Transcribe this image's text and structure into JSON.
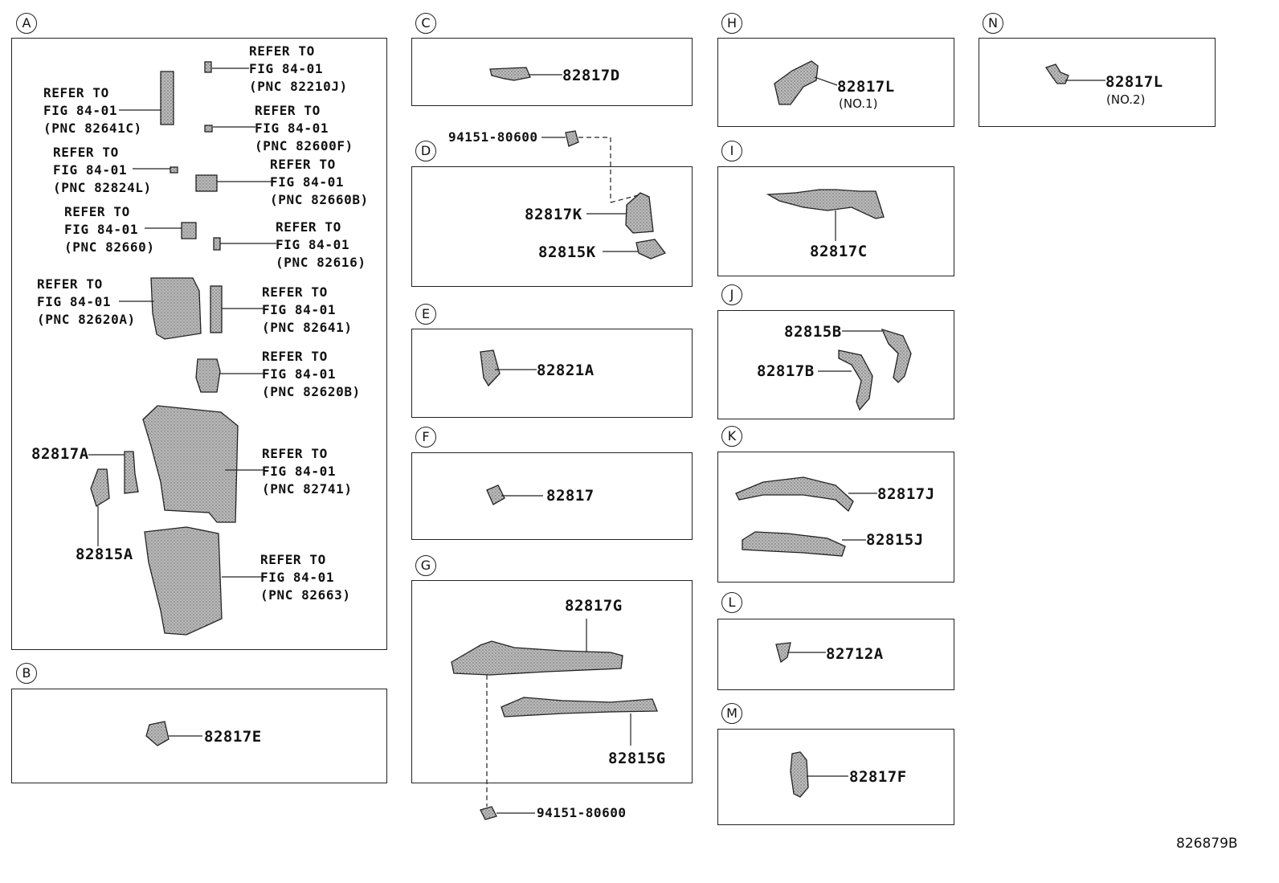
{
  "sections": {
    "A": {
      "tag": "A"
    },
    "B": {
      "tag": "B",
      "part": "82817E"
    },
    "C": {
      "tag": "C",
      "part": "82817D"
    },
    "D": {
      "tag": "D",
      "clip": "94151-80600",
      "part1": "82817K",
      "part2": "82815K"
    },
    "E": {
      "tag": "E",
      "part": "82821A"
    },
    "F": {
      "tag": "F",
      "part": "82817"
    },
    "G": {
      "tag": "G",
      "part1": "82817G",
      "part2": "82815G",
      "clip": "94151-80600"
    },
    "H": {
      "tag": "H",
      "part": "82817L",
      "note": "(NO.1)"
    },
    "I": {
      "tag": "I",
      "part": "82817C"
    },
    "J": {
      "tag": "J",
      "part1": "82815B",
      "part2": "82817B"
    },
    "K": {
      "tag": "K",
      "part1": "82817J",
      "part2": "82815J"
    },
    "L": {
      "tag": "L",
      "part": "82712A"
    },
    "M": {
      "tag": "M",
      "part": "82817F"
    },
    "N": {
      "tag": "N",
      "part": "82817L",
      "note": "(NO.2)"
    }
  },
  "refs": {
    "r1": "REFER TO\nFIG 84-01\n(PNC 82210J)",
    "r2": "REFER TO\nFIG 84-01\n(PNC 82641C)",
    "r3": "REFER TO\nFIG 84-01\n(PNC 82600F)",
    "r4": "REFER TO\nFIG 84-01\n(PNC 82824L)",
    "r5": "REFER TO\nFIG 84-01\n(PNC 82660B)",
    "r6": "REFER TO\nFIG 84-01\n(PNC 82660)",
    "r7": "REFER TO\nFIG 84-01\n(PNC 82616)",
    "r8": "REFER TO\nFIG 84-01\n(PNC 82620A)",
    "r9": "REFER TO\nFIG 84-01\n(PNC 82641)",
    "r10": "REFER TO\nFIG 84-01\n(PNC 82620B)",
    "r11": "REFER TO\nFIG 84-01\n(PNC 82741)",
    "r12": "REFER TO\nFIG 84-01\n(PNC 82663)"
  },
  "a_parts": {
    "p1": "82817A",
    "p2": "82815A"
  },
  "diagram_code": "826879B"
}
